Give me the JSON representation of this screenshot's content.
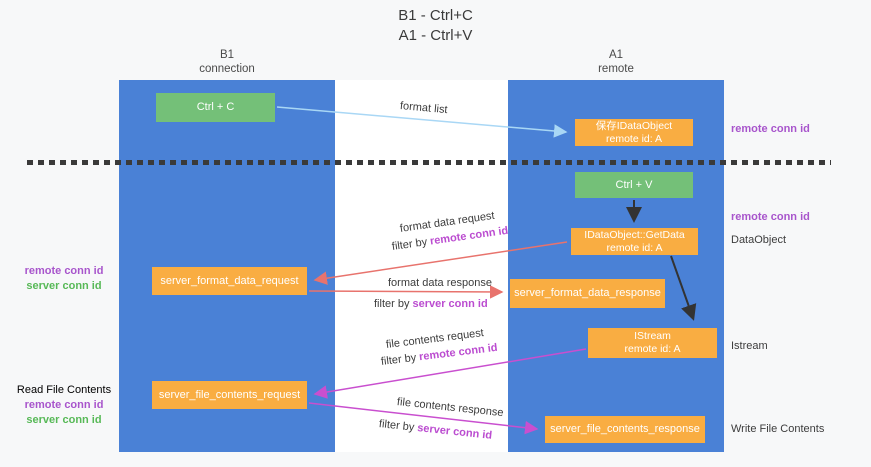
{
  "palette": {
    "column_blue": "#4a81d6",
    "node_orange": "#f9ad42",
    "node_green": "#74c078",
    "arrow_blue": "#a9d7f5",
    "arrow_red": "#e8736d",
    "arrow_magenta": "#c94fcf",
    "arrow_black": "#333333",
    "conn_id_purple": "#a855cc",
    "conn_id_green": "#57b957",
    "filter_magenta": "#bb4cd0",
    "text_dark": "#3c3c3c"
  },
  "title": {
    "line1": "B1 - Ctrl+C",
    "line2": "A1 - Ctrl+V"
  },
  "columns": {
    "left": {
      "name": "B1",
      "role": "connection"
    },
    "right": {
      "name": "A1",
      "role": "remote"
    }
  },
  "nodes": {
    "ctrl_c": {
      "label": "Ctrl + C"
    },
    "ctrl_v": {
      "label": "Ctrl + V"
    },
    "save_idataobject": {
      "line1": "保存IDataObject",
      "line2": "remote id: A"
    },
    "getdata": {
      "line1": "IDataObject::GetData",
      "line2": "remote id: A"
    },
    "istream": {
      "line1": "IStream",
      "line2": "remote id: A"
    },
    "format_request": {
      "label": "server_format_data_request"
    },
    "format_response": {
      "label": "server_format_data_response"
    },
    "file_request": {
      "label": "server_file_contents_request"
    },
    "file_response": {
      "label": "server_file_contents_response"
    }
  },
  "arrow_labels": {
    "format_list": "format list",
    "format_request": {
      "text": "format data request",
      "filter_prefix": "filter by",
      "filter_key": "remote conn id"
    },
    "format_response": {
      "text": "format data response",
      "filter_prefix": "filter by",
      "filter_key": "server conn id"
    },
    "file_request": {
      "text": "file contents request",
      "filter_prefix": "filter by",
      "filter_key": "remote conn id"
    },
    "file_response": {
      "text": "file contents response",
      "filter_prefix": "filter by",
      "filter_key": "server conn id"
    }
  },
  "side_labels": {
    "right_remote_top": "remote conn id",
    "right_remote_mid": "remote conn id",
    "dataobject": "DataObject",
    "istream": "Istream",
    "write_file_contents": "Write File Contents",
    "left_remote_1": "remote conn id",
    "left_server_1": "server conn id",
    "read_file_contents": "Read File Contents",
    "left_remote_2": "remote conn id",
    "left_server_2": "server conn id"
  }
}
